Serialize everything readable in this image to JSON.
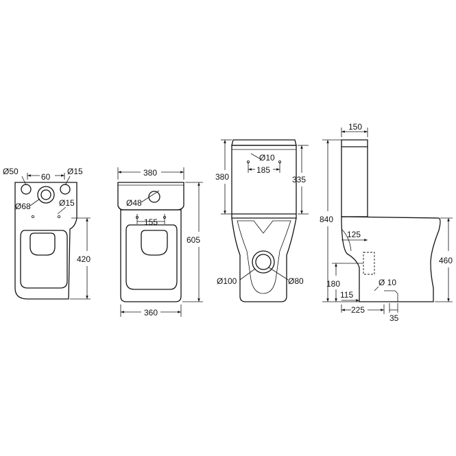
{
  "views": {
    "top_view": {
      "dims": {
        "d50": "Ø50",
        "d60": "60",
        "d15_top": "Ø15",
        "d68": "Ø68",
        "d15_mid": "Ø15",
        "h420": "420"
      }
    },
    "plan_view": {
      "dims": {
        "w380": "380",
        "d48": "Ø48",
        "w155": "155",
        "h605": "605",
        "w360": "360"
      }
    },
    "front_view": {
      "dims": {
        "d10": "Ø10",
        "w185": "185",
        "h380": "380",
        "h335": "335",
        "d100": "Ø100",
        "d80": "Ø80"
      }
    },
    "side_view": {
      "dims": {
        "w150": "150",
        "h840": "840",
        "w125": "125",
        "h460": "460",
        "h180": "180",
        "d10": "Ø 10",
        "w115": "115",
        "w225": "225",
        "w35": "35"
      }
    }
  }
}
